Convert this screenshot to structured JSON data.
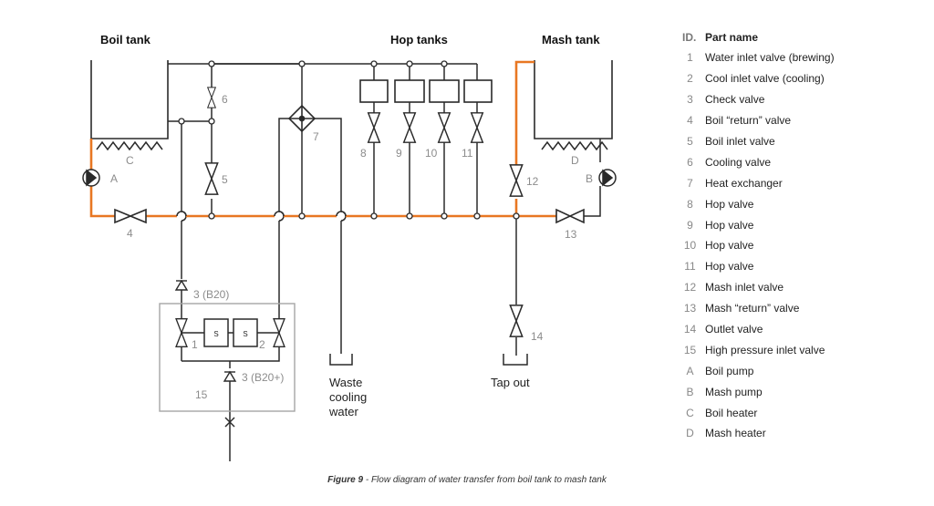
{
  "headers": {
    "boil_tank": "Boil tank",
    "hop_tanks": "Hop tanks",
    "mash_tank": "Mash tank"
  },
  "labels": {
    "A": "A",
    "B": "B",
    "C": "C",
    "D": "D",
    "v4": "4",
    "v5": "5",
    "v6": "6",
    "v7": "7",
    "v8": "8",
    "v9": "9",
    "v10": "10",
    "v11": "11",
    "v12": "12",
    "v13": "13",
    "v14": "14",
    "v15": "15",
    "v1": "1",
    "v2": "2",
    "check_b20": "3 (B20)",
    "check_b20plus": "3 (B20+)",
    "s1": "S",
    "s2": "S",
    "waste": [
      "Waste",
      "cooling",
      "water"
    ],
    "tap_out": "Tap out"
  },
  "legend": {
    "header_id": "ID.",
    "header_name": "Part name",
    "items": [
      {
        "id": "1",
        "name": "Water inlet valve (brewing)"
      },
      {
        "id": "2",
        "name": "Cool inlet valve (cooling)"
      },
      {
        "id": "3",
        "name": "Check valve"
      },
      {
        "id": "4",
        "name": "Boil “return” valve"
      },
      {
        "id": "5",
        "name": "Boil inlet valve"
      },
      {
        "id": "6",
        "name": "Cooling valve"
      },
      {
        "id": "7",
        "name": "Heat exchanger"
      },
      {
        "id": "8",
        "name": "Hop valve"
      },
      {
        "id": "9",
        "name": "Hop valve"
      },
      {
        "id": "10",
        "name": "Hop valve"
      },
      {
        "id": "11",
        "name": "Hop valve"
      },
      {
        "id": "12",
        "name": "Mash inlet valve"
      },
      {
        "id": "13",
        "name": "Mash “return” valve"
      },
      {
        "id": "14",
        "name": "Outlet valve"
      },
      {
        "id": "15",
        "name": "High pressure inlet valve"
      },
      {
        "id": "A",
        "name": "Boil pump"
      },
      {
        "id": "B",
        "name": "Mash pump"
      },
      {
        "id": "C",
        "name": "Boil heater"
      },
      {
        "id": "D",
        "name": "Mash heater"
      }
    ]
  },
  "caption": {
    "figure": "Figure 9",
    "text": " - Flow diagram of water transfer from boil tank to mash tank"
  },
  "colors": {
    "line": "#2a2a2a",
    "flow": "#e87722",
    "label": "#8c8c8c",
    "box": "#a6a6a6"
  }
}
